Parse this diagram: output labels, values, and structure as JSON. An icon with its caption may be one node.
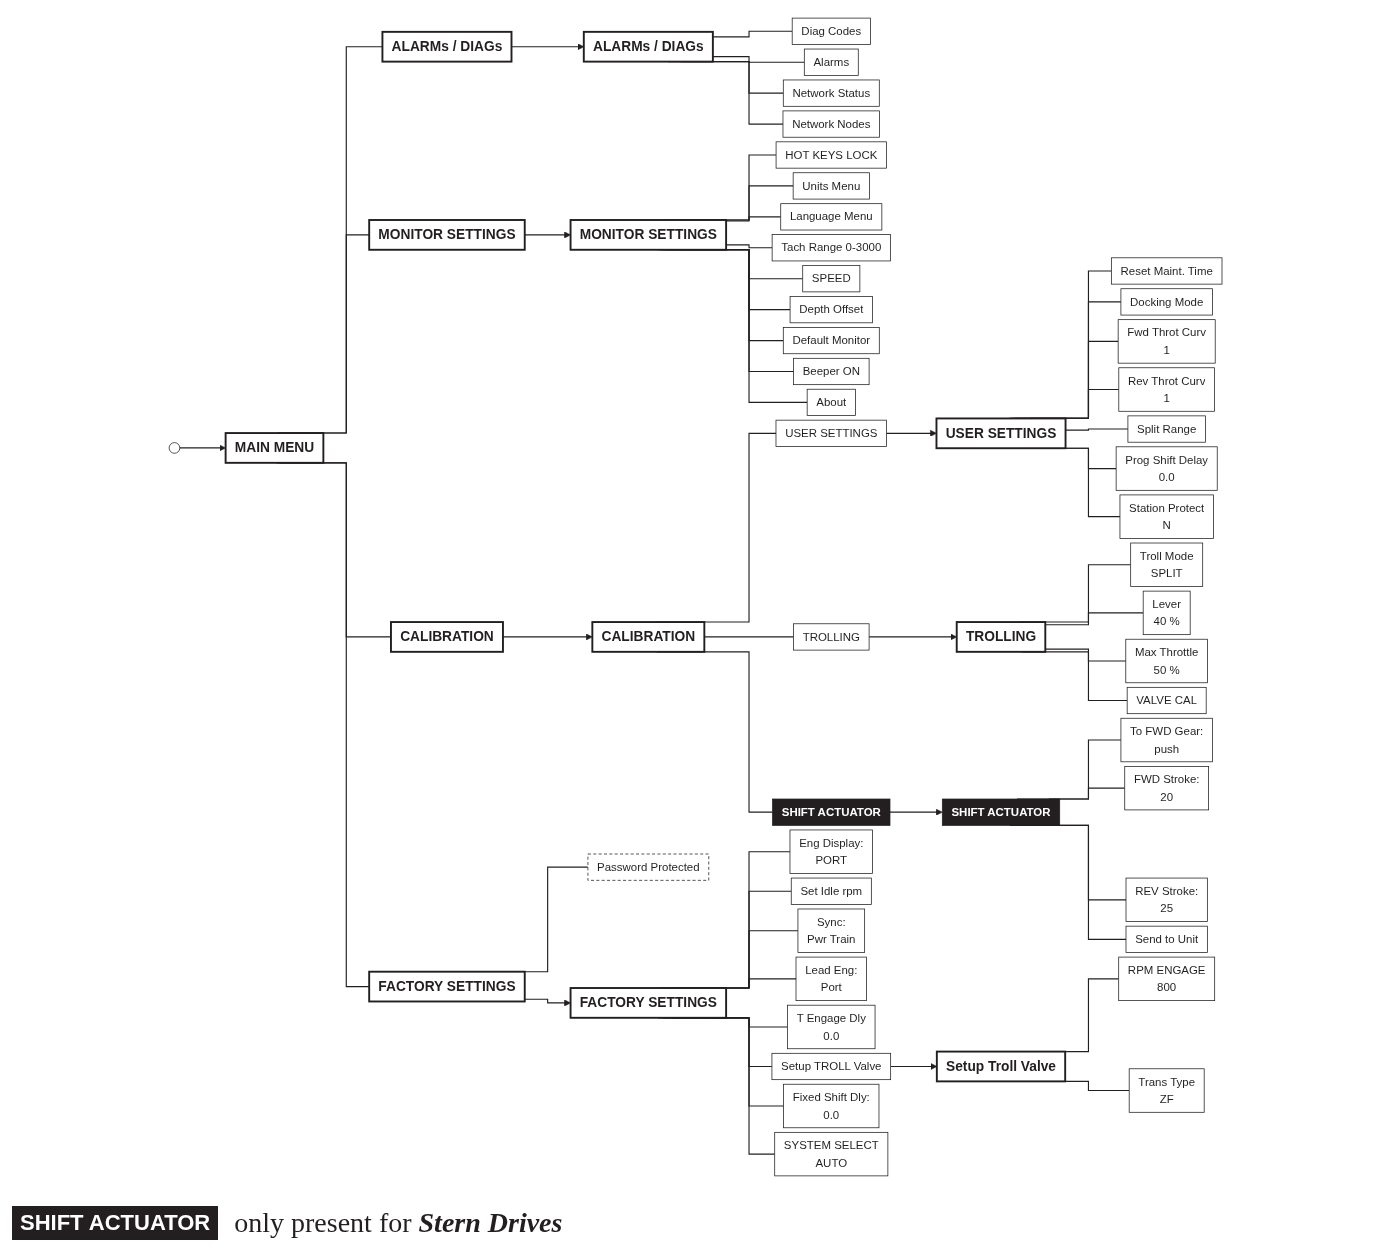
{
  "diagram": {
    "nodes": [
      {
        "text": [
          "MAIN MENU"
        ]
      },
      {
        "text": [
          "ALARMs / DIAGs"
        ]
      },
      {
        "text": [
          "MONITOR SETTINGS"
        ]
      },
      {
        "text": [
          "CALIBRATION"
        ]
      },
      {
        "text": [
          "FACTORY SETTINGS"
        ]
      },
      {
        "text": [
          "Password Protected"
        ]
      },
      {
        "text": [
          "ALARMs / DIAGs"
        ]
      },
      {
        "text": [
          "Diag Codes"
        ]
      },
      {
        "text": [
          "Alarms"
        ]
      },
      {
        "text": [
          "Network Status"
        ]
      },
      {
        "text": [
          "Network Nodes"
        ]
      },
      {
        "text": [
          "MONITOR SETTINGS"
        ]
      },
      {
        "text": [
          "HOT KEYS LOCK"
        ]
      },
      {
        "text": [
          "Units Menu"
        ]
      },
      {
        "text": [
          "Language Menu"
        ]
      },
      {
        "text": [
          "Tach Range 0-3000"
        ]
      },
      {
        "text": [
          "SPEED"
        ]
      },
      {
        "text": [
          "Depth Offset"
        ]
      },
      {
        "text": [
          "Default Monitor"
        ]
      },
      {
        "text": [
          "Beeper ON"
        ]
      },
      {
        "text": [
          "About"
        ]
      },
      {
        "text": [
          "USER SETTINGS"
        ]
      },
      {
        "text": [
          "Reset Maint. Time"
        ]
      },
      {
        "text": [
          "Docking Mode"
        ]
      },
      {
        "text": [
          "Fwd Throt Curv",
          "1"
        ]
      },
      {
        "text": [
          "Rev Throt Curv",
          "1"
        ]
      },
      {
        "text": [
          "Split Range"
        ]
      },
      {
        "text": [
          "Prog Shift Delay",
          "0.0"
        ]
      },
      {
        "text": [
          "Station Protect",
          "N"
        ]
      },
      {
        "text": [
          "CALIBRATION"
        ]
      },
      {
        "text": [
          "USER SETTINGS"
        ]
      },
      {
        "text": [
          "TROLLING"
        ]
      },
      {
        "text": [
          "SHIFT ACTUATOR"
        ]
      },
      {
        "text": [
          "TROLLING"
        ]
      },
      {
        "text": [
          "Troll Mode",
          "SPLIT"
        ]
      },
      {
        "text": [
          "Lever",
          "40 %"
        ]
      },
      {
        "text": [
          "Max Throttle",
          "50 %"
        ]
      },
      {
        "text": [
          "VALVE CAL"
        ]
      },
      {
        "text": [
          "FACTORY SETTINGS"
        ]
      },
      {
        "text": [
          "Eng Display:",
          "PORT"
        ]
      },
      {
        "text": [
          "Set Idle rpm"
        ]
      },
      {
        "text": [
          "Sync:",
          "Pwr Train"
        ]
      },
      {
        "text": [
          "Lead Eng:",
          "Port"
        ]
      },
      {
        "text": [
          "T Engage Dly",
          "0.0"
        ]
      },
      {
        "text": [
          "Setup TROLL Valve"
        ]
      },
      {
        "text": [
          "Fixed Shift Dly:",
          "0.0"
        ]
      },
      {
        "text": [
          "SYSTEM SELECT",
          "AUTO"
        ]
      },
      {
        "text": [
          "SHIFT ACTUATOR"
        ]
      },
      {
        "text": [
          "To FWD Gear:",
          "push"
        ]
      },
      {
        "text": [
          "FWD Stroke:",
          "20"
        ]
      },
      {
        "text": [
          "REV Stroke:",
          "25"
        ]
      },
      {
        "text": [
          "Send to Unit"
        ]
      },
      {
        "text": [
          "Setup Troll Valve"
        ]
      },
      {
        "text": [
          "RPM ENGAGE",
          "800"
        ]
      },
      {
        "text": [
          "Trans Type",
          "ZF"
        ]
      }
    ],
    "edges": [
      {
        "from": null,
        "to": 0,
        "arrow": "to"
      },
      {
        "from": 0,
        "to": 1,
        "arrow": "none"
      },
      {
        "from": 0,
        "to": 2,
        "arrow": "none"
      },
      {
        "from": 0,
        "to": 3,
        "arrow": "none"
      },
      {
        "from": 0,
        "to": 4,
        "arrow": "none"
      },
      {
        "from": 4,
        "to": 5,
        "arrow": "none"
      },
      {
        "from": 1,
        "to": 6,
        "arrow": "to"
      },
      {
        "from": 6,
        "to": 7,
        "arrow": "none"
      },
      {
        "from": 6,
        "to": 8,
        "arrow": "none"
      },
      {
        "from": 6,
        "to": 9,
        "arrow": "none"
      },
      {
        "from": 6,
        "to": 10,
        "arrow": "none"
      },
      {
        "from": 2,
        "to": 11,
        "arrow": "to"
      },
      {
        "from": 11,
        "to": 12,
        "arrow": "none"
      },
      {
        "from": 11,
        "to": 13,
        "arrow": "none"
      },
      {
        "from": 11,
        "to": 14,
        "arrow": "none"
      },
      {
        "from": 11,
        "to": 15,
        "arrow": "none"
      },
      {
        "from": 11,
        "to": 16,
        "arrow": "none"
      },
      {
        "from": 11,
        "to": 17,
        "arrow": "none"
      },
      {
        "from": 11,
        "to": 18,
        "arrow": "none"
      },
      {
        "from": 11,
        "to": 19,
        "arrow": "none"
      },
      {
        "from": 11,
        "to": 20,
        "arrow": "none"
      },
      {
        "from": 3,
        "to": 29,
        "arrow": "to"
      },
      {
        "from": 4,
        "to": 38,
        "arrow": "to"
      },
      {
        "from": 29,
        "to": 30,
        "arrow": "none"
      },
      {
        "from": 29,
        "to": 31,
        "arrow": "none"
      },
      {
        "from": 29,
        "to": 32,
        "arrow": "none"
      },
      {
        "from": 30,
        "to": 21,
        "arrow": "to"
      },
      {
        "from": 21,
        "to": 22,
        "arrow": "none"
      },
      {
        "from": 21,
        "to": 23,
        "arrow": "none"
      },
      {
        "from": 21,
        "to": 24,
        "arrow": "none"
      },
      {
        "from": 21,
        "to": 25,
        "arrow": "none"
      },
      {
        "from": 21,
        "to": 26,
        "arrow": "none"
      },
      {
        "from": 21,
        "to": 27,
        "arrow": "none"
      },
      {
        "from": 21,
        "to": 28,
        "arrow": "none"
      },
      {
        "from": 31,
        "to": 33,
        "arrow": "to"
      },
      {
        "from": 33,
        "to": 34,
        "arrow": "none"
      },
      {
        "from": 33,
        "to": 35,
        "arrow": "none"
      },
      {
        "from": 33,
        "to": 36,
        "arrow": "none"
      },
      {
        "from": 33,
        "to": 37,
        "arrow": "none"
      },
      {
        "from": 32,
        "to": 47,
        "arrow": "to"
      },
      {
        "from": 47,
        "to": 48,
        "arrow": "none"
      },
      {
        "from": 47,
        "to": 49,
        "arrow": "none"
      },
      {
        "from": 47,
        "to": 50,
        "arrow": "none"
      },
      {
        "from": 47,
        "to": 51,
        "arrow": "none"
      },
      {
        "from": 38,
        "to": 39,
        "arrow": "none"
      },
      {
        "from": 38,
        "to": 40,
        "arrow": "none"
      },
      {
        "from": 38,
        "to": 41,
        "arrow": "none"
      },
      {
        "from": 38,
        "to": 42,
        "arrow": "none"
      },
      {
        "from": 38,
        "to": 43,
        "arrow": "none"
      },
      {
        "from": 38,
        "to": 44,
        "arrow": "none"
      },
      {
        "from": 38,
        "to": 45,
        "arrow": "none"
      },
      {
        "from": 38,
        "to": 46,
        "arrow": "none"
      },
      {
        "from": 44,
        "to": 52,
        "arrow": "to"
      },
      {
        "from": 52,
        "to": 53,
        "arrow": "none"
      },
      {
        "from": 52,
        "to": 54,
        "arrow": "none"
      }
    ],
    "labels": [
      "SHIFT ACTUATOR",
      "only present for **Stern Drives**"
    ]
  }
}
